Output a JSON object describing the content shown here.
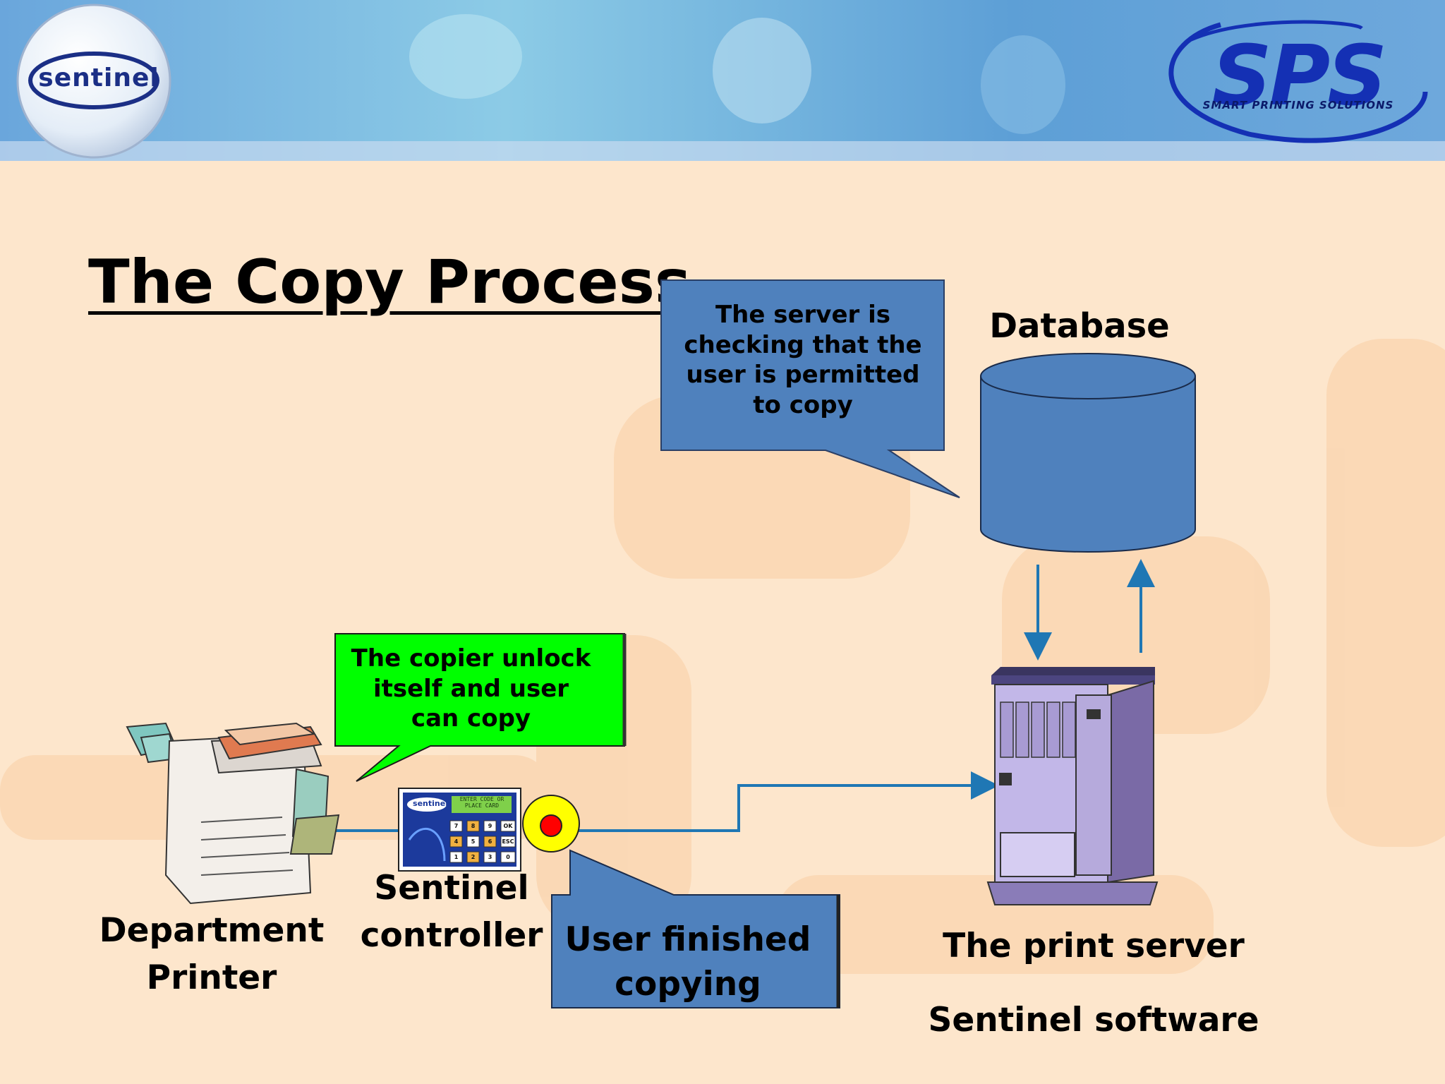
{
  "slide": {
    "title": "The Copy Process",
    "colors": {
      "background": "#fde6cc",
      "header_blue": "#5b9bd5",
      "box_blue": "#4f81bd",
      "box_green": "#00ff00",
      "connector": "#1f77b4",
      "server_purple": "#b3a6dd",
      "button_yellow": "#ffff00",
      "button_red": "#ff0000"
    }
  },
  "logos": {
    "sentinel": "sentinel",
    "sps": "SPS",
    "sps_tagline": "SMART PRINTING SOLUTIONS"
  },
  "diagram": {
    "callouts": {
      "server_check": "The server is checking that the user is permitted to copy",
      "copier_unlock": "The copier unlock itself and user can copy",
      "user_finished": "User finished copying"
    },
    "nodes": {
      "database": "Database",
      "printer": "Department Printer",
      "controller": "Sentinel controller",
      "print_server": "The print server",
      "software": "Sentinel software"
    },
    "controller_device": {
      "brand": "sentinel",
      "screen_text": "ENTER CODE OR PLACE CARD",
      "keys": [
        "7",
        "8",
        "9",
        "OK",
        "4",
        "5",
        "6",
        "ESC",
        "1",
        "2",
        "3",
        "0"
      ]
    },
    "icons": [
      "database-cylinder-icon",
      "copier-icon",
      "keypad-icon",
      "push-button-icon",
      "server-icon"
    ]
  }
}
